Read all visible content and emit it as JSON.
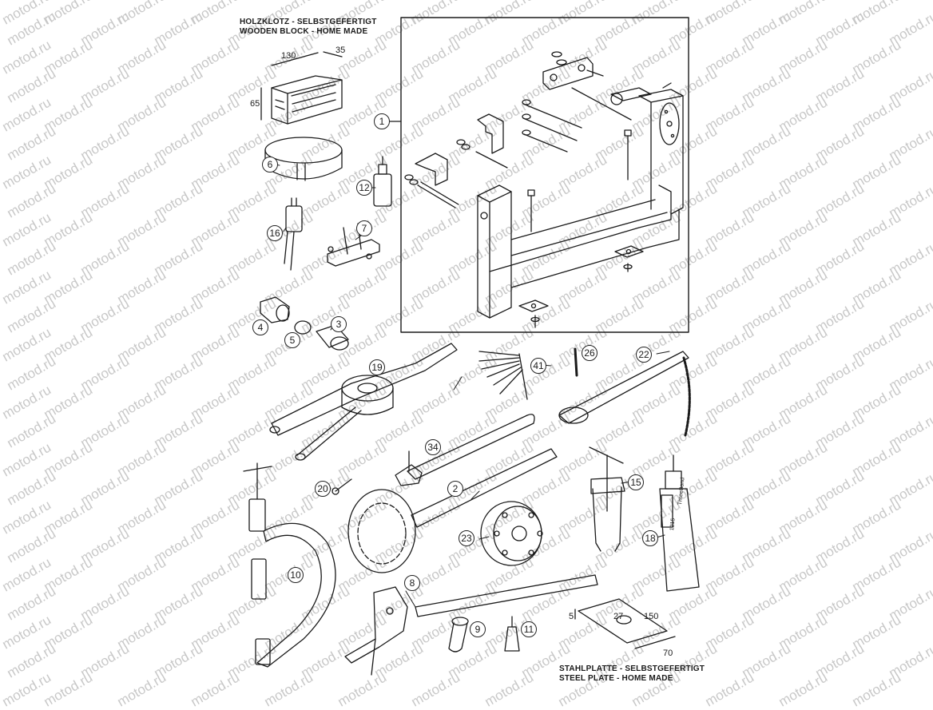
{
  "watermark": "motod.ru",
  "captions": {
    "wood_line1": "HOLZKLOTZ - SELBSTGEFERTIGT",
    "wood_line2": "WOODEN BLOCK - HOME MADE",
    "steel_line1": "STAHLPLATTE - SELBSTGEFERTIGT",
    "steel_line2": "STEEL PLATE - HOME MADE"
  },
  "dimensions": {
    "wood_length": "130",
    "wood_depth": "35",
    "wood_height": "65",
    "plate_thickness": "5",
    "plate_hole": "27",
    "plate_length": "150",
    "plate_width": "70"
  },
  "tube_labels": {
    "tube18_brand": "ThreeBond",
    "tube18_code": "1215"
  },
  "callouts": [
    "1",
    "6",
    "12",
    "16",
    "7",
    "4",
    "5",
    "3",
    "19",
    "41",
    "26",
    "22",
    "34",
    "20",
    "2",
    "15",
    "23",
    "18",
    "10",
    "8",
    "9",
    "11"
  ]
}
